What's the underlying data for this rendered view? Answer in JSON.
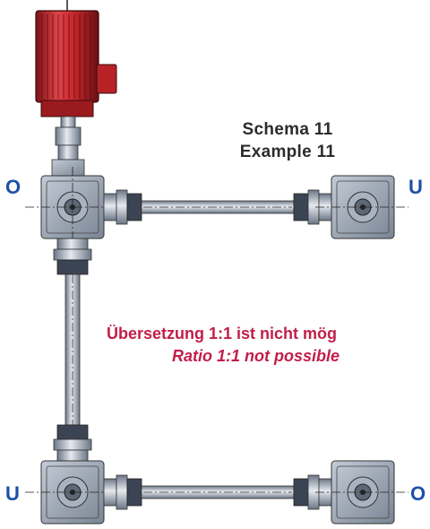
{
  "diagram": {
    "title_de": "Schema 11",
    "title_en": "Example 11",
    "note_de": "Übersetzung 1:1 ist nicht mög",
    "note_en": "Ratio 1:1 not possible",
    "port_labels": {
      "top_left": "O",
      "top_right": "U",
      "bottom_left": "U",
      "bottom_right": "O"
    },
    "colors": {
      "motor": "#c8282d",
      "label_blue": "#1f4fa6",
      "note_red": "#c21e49",
      "title_gray": "#2c2c2c",
      "metal": "#8e9bab"
    }
  }
}
